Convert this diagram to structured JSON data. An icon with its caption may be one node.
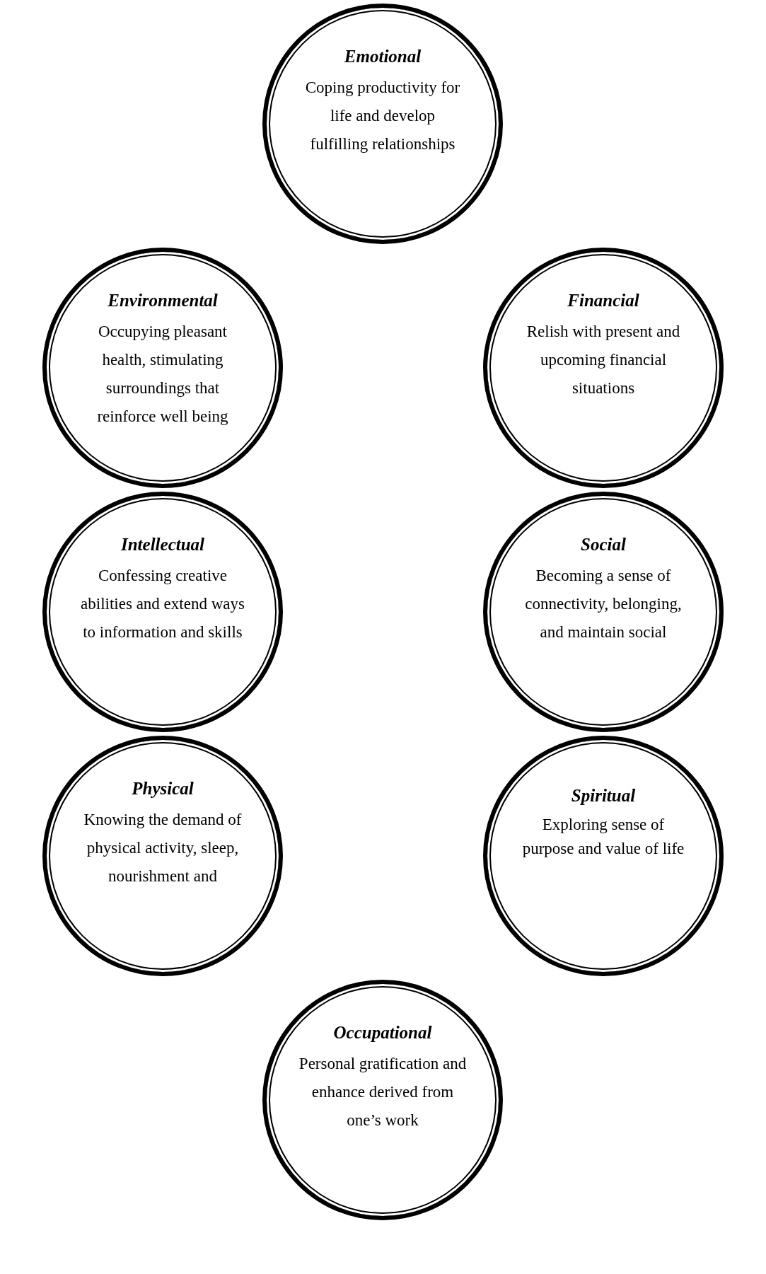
{
  "diagram": {
    "nodes": [
      {
        "text": [
          "Emotional",
          "Coping productivity for life and develop fulfilling relationships"
        ]
      },
      {
        "text": [
          "Environmental",
          "Occupying pleasant health, stimulating surroundings that reinforce well being"
        ]
      },
      {
        "text": [
          "Financial",
          "Relish with present and upcoming financial situations"
        ]
      },
      {
        "text": [
          "Intellectual",
          "Confessing creative abilities and extend ways to information and skills"
        ]
      },
      {
        "text": [
          "Social",
          "Becoming a sense of connectivity, belonging, and maintain social"
        ]
      },
      {
        "text": [
          "Physical",
          "Knowing the demand of physical activity, sleep, nourishment and"
        ]
      },
      {
        "text": [
          "Spiritual",
          "Exploring sense of purpose and value of life"
        ]
      },
      {
        "text": [
          "Occupational",
          "Personal gratification and enhance derived from one’s work"
        ]
      }
    ]
  }
}
